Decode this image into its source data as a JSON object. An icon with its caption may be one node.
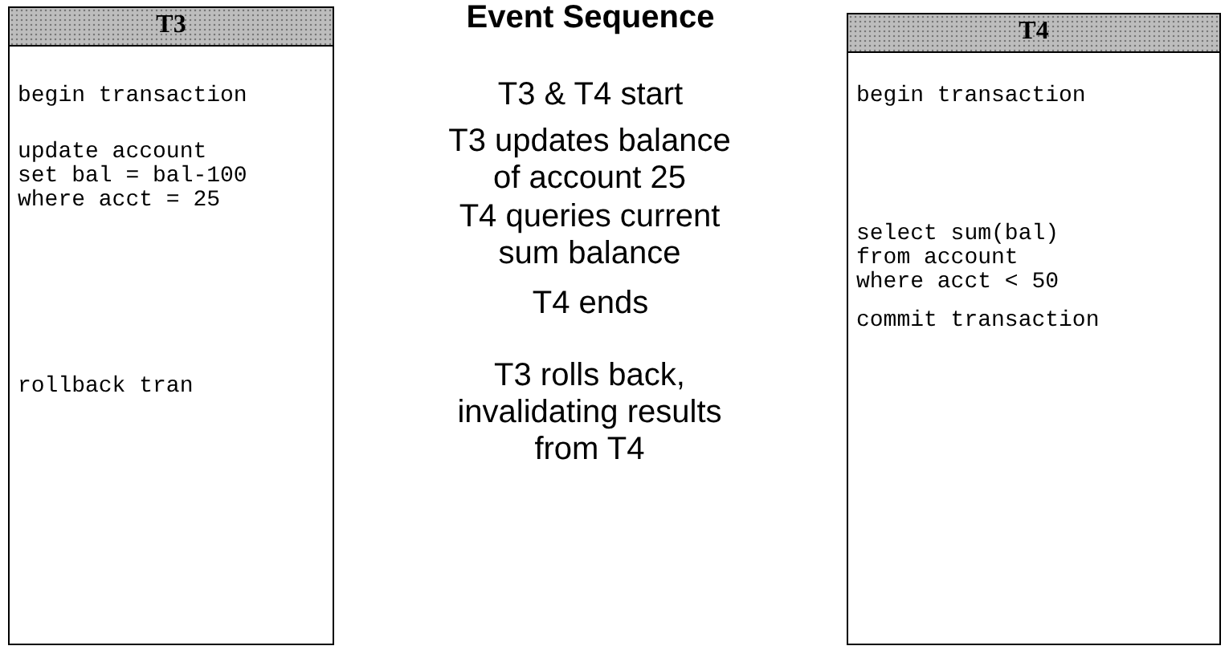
{
  "diagram": {
    "title": "Event Sequence",
    "nodes": [
      {
        "text": [
          "T3",
          "begin transaction",
          "update account set bal = bal-100 where acct = 25",
          "rollback tran"
        ]
      },
      {
        "text": [
          "T4",
          "begin transaction",
          "select sum(bal) from account where acct < 50",
          "commit transaction"
        ]
      }
    ],
    "labels": [
      "T3 & T4 start",
      "T3 updates balance of account 25",
      "T4 queries current sum balance",
      "T4 ends",
      "T3 rolls back, invalidating results from T4"
    ]
  }
}
